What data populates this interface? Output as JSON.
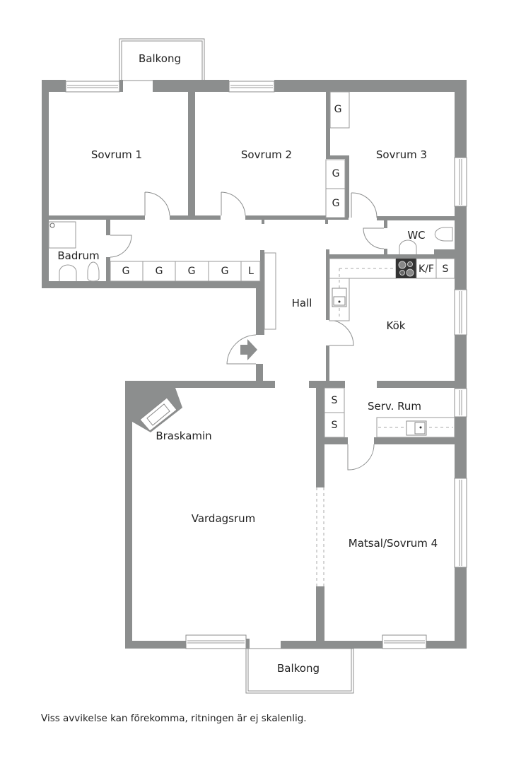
{
  "rooms": {
    "balkong_top": "Balkong",
    "sovrum1": "Sovrum 1",
    "sovrum2": "Sovrum 2",
    "sovrum3": "Sovrum 3",
    "badrum": "Badrum",
    "wc": "WC",
    "hall": "Hall",
    "kok": "Kök",
    "serv_rum": "Serv. Rum",
    "braskamin": "Braskamin",
    "vardagsrum": "Vardagsrum",
    "matsal": "Matsal/Sovrum 4",
    "balkong_bottom": "Balkong"
  },
  "storage": {
    "hall_row": [
      "G",
      "G",
      "G",
      "G",
      "L"
    ],
    "sovrum3_top": "G",
    "sovrum3_mid": [
      "G",
      "G"
    ],
    "kitchen_kf": "K/F",
    "kitchen_s": "S",
    "serv_s": [
      "S",
      "S"
    ]
  },
  "colors": {
    "wall": "#8c8e8e",
    "background": "#ffffff",
    "text": "#222222"
  },
  "footer": {
    "disclaimer": "Viss avvikelse kan förekomma, ritningen är ej skalenlig."
  }
}
